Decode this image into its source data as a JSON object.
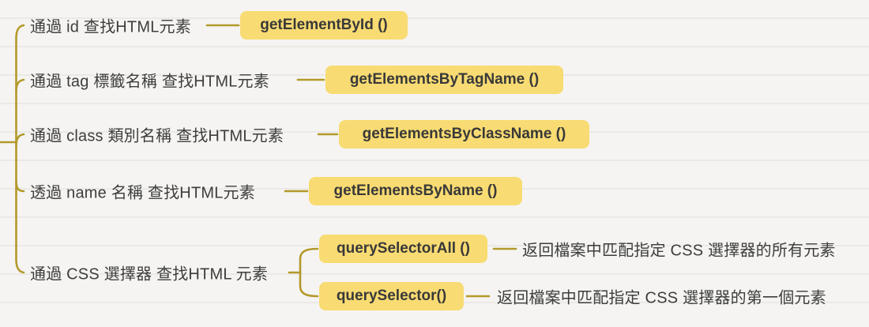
{
  "mindmap": {
    "colors": {
      "branch_line": "#b3992b",
      "topic_bg": "#f8db72",
      "text": "#3d3d3d"
    },
    "branches": [
      {
        "label": "通過 id 查找HTML元素",
        "method": "getElementById ()"
      },
      {
        "label": "通過 tag 標籤名稱 查找HTML元素",
        "method": "getElementsByTagName ()"
      },
      {
        "label": "通過 class 類別名稱 查找HTML元素",
        "method": "getElementsByClassName ()"
      },
      {
        "label": "透過 name 名稱 查找HTML元素",
        "method": "getElementsByName ()"
      },
      {
        "label": "通過 CSS 選擇器 查找HTML 元素",
        "children": [
          {
            "method": "querySelectorAll ()",
            "description": "返回檔案中匹配指定 CSS 選擇器的所有元素"
          },
          {
            "method": "querySelector()",
            "description": "返回檔案中匹配指定 CSS 選擇器的第一個元素"
          }
        ]
      }
    ]
  }
}
